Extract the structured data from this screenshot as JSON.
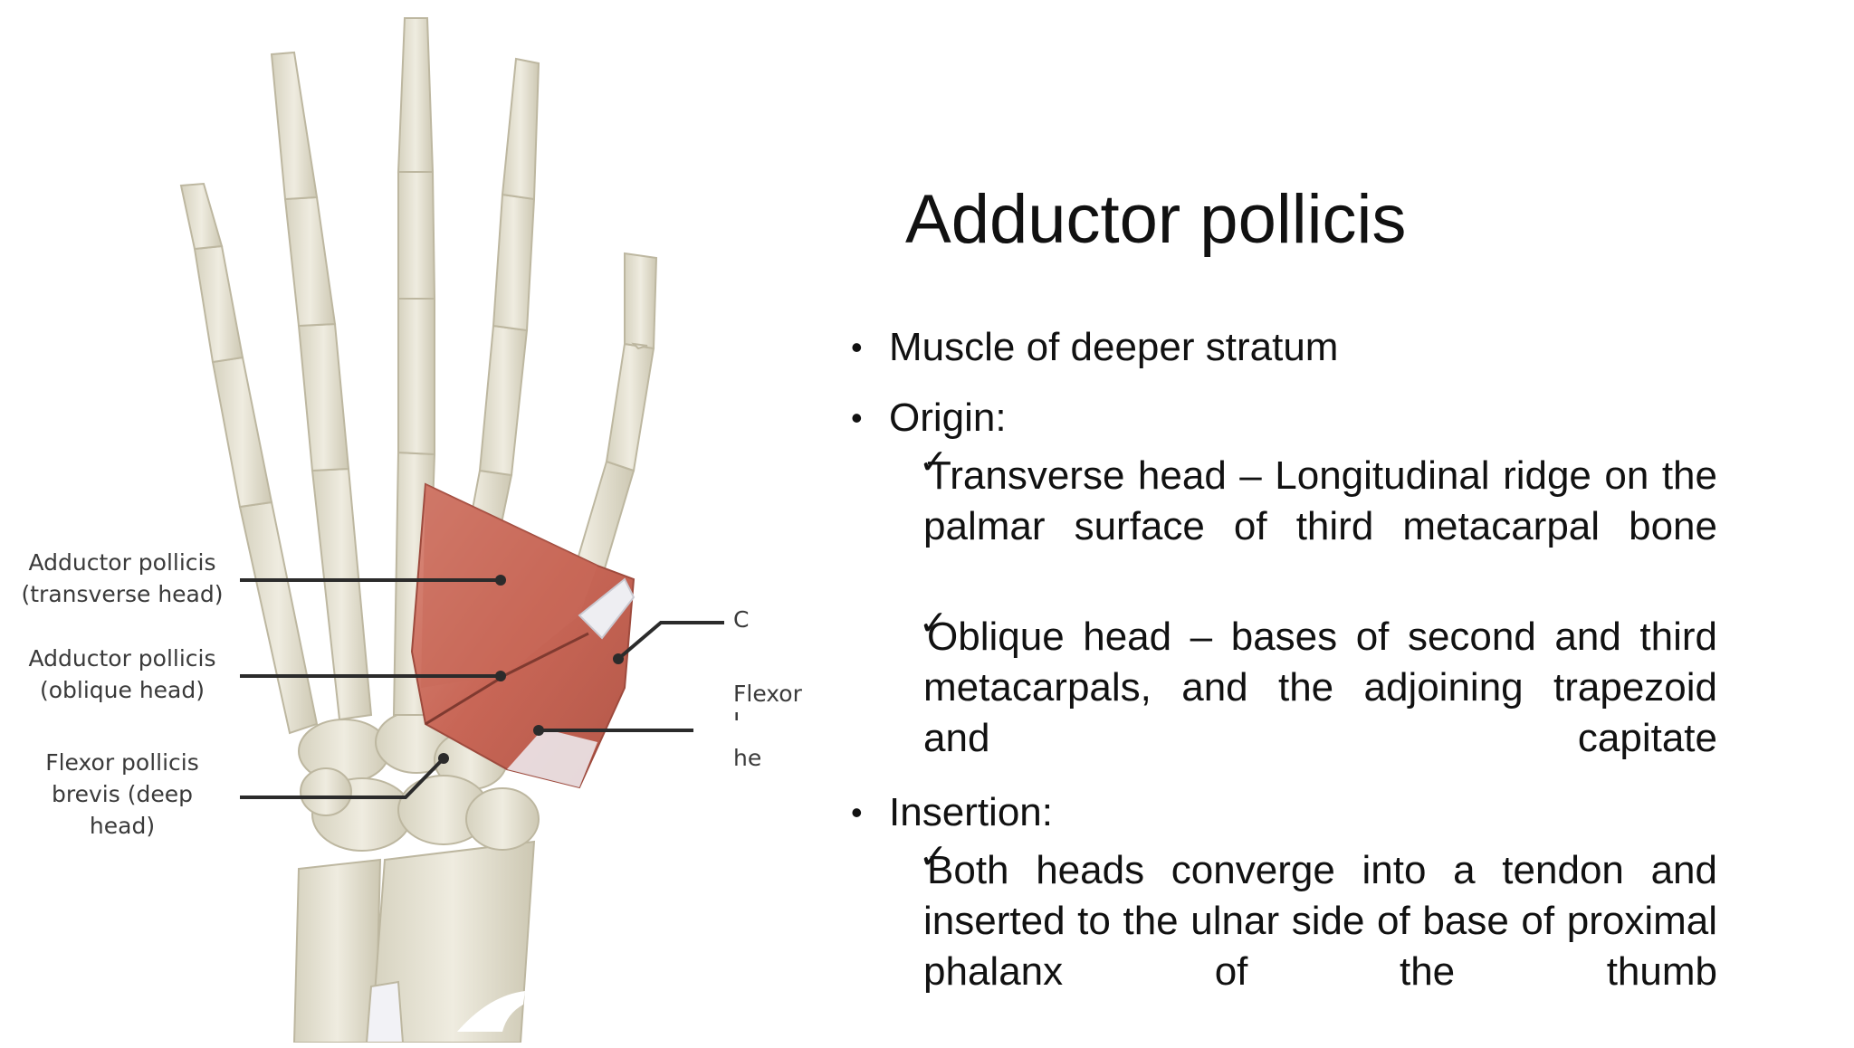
{
  "slide": {
    "title": "Adductor pollicis",
    "bullets": [
      {
        "text": "Muscle of deeper stratum"
      },
      {
        "text": "Origin:"
      },
      {
        "text": "Insertion:"
      }
    ],
    "subpoints": [
      {
        "text": "Transverse head – Longitudinal ridge on the palmar surface of third metacarpal bone"
      },
      {
        "text": "Oblique head – bases of second and third metacarpals, and the adjoining trapezoid and capitate"
      },
      {
        "text": "Both heads converge into a tendon and inserted to the ulnar side of base of proximal phalanx of the thumb"
      }
    ],
    "bullet_glyph": "•",
    "check_glyph": "✓"
  },
  "illustration": {
    "labels": {
      "transverse": "Adductor pollicis\n(transverse head)",
      "oblique": "Adductor pollicis\n(oblique head)",
      "fpb_deep": "Flexor pollicis\nbrevis (deep\nhead)"
    },
    "cut_labels": [
      "C",
      "Flexor",
      "L",
      "he"
    ],
    "colors": {
      "bone": "#e4e1d2",
      "bone_shadow": "#c9c4b0",
      "muscle": "#c96a5a",
      "muscle_dark": "#a94d40",
      "tendon": "#eeeef2",
      "leader": "#2b2b2b"
    }
  }
}
